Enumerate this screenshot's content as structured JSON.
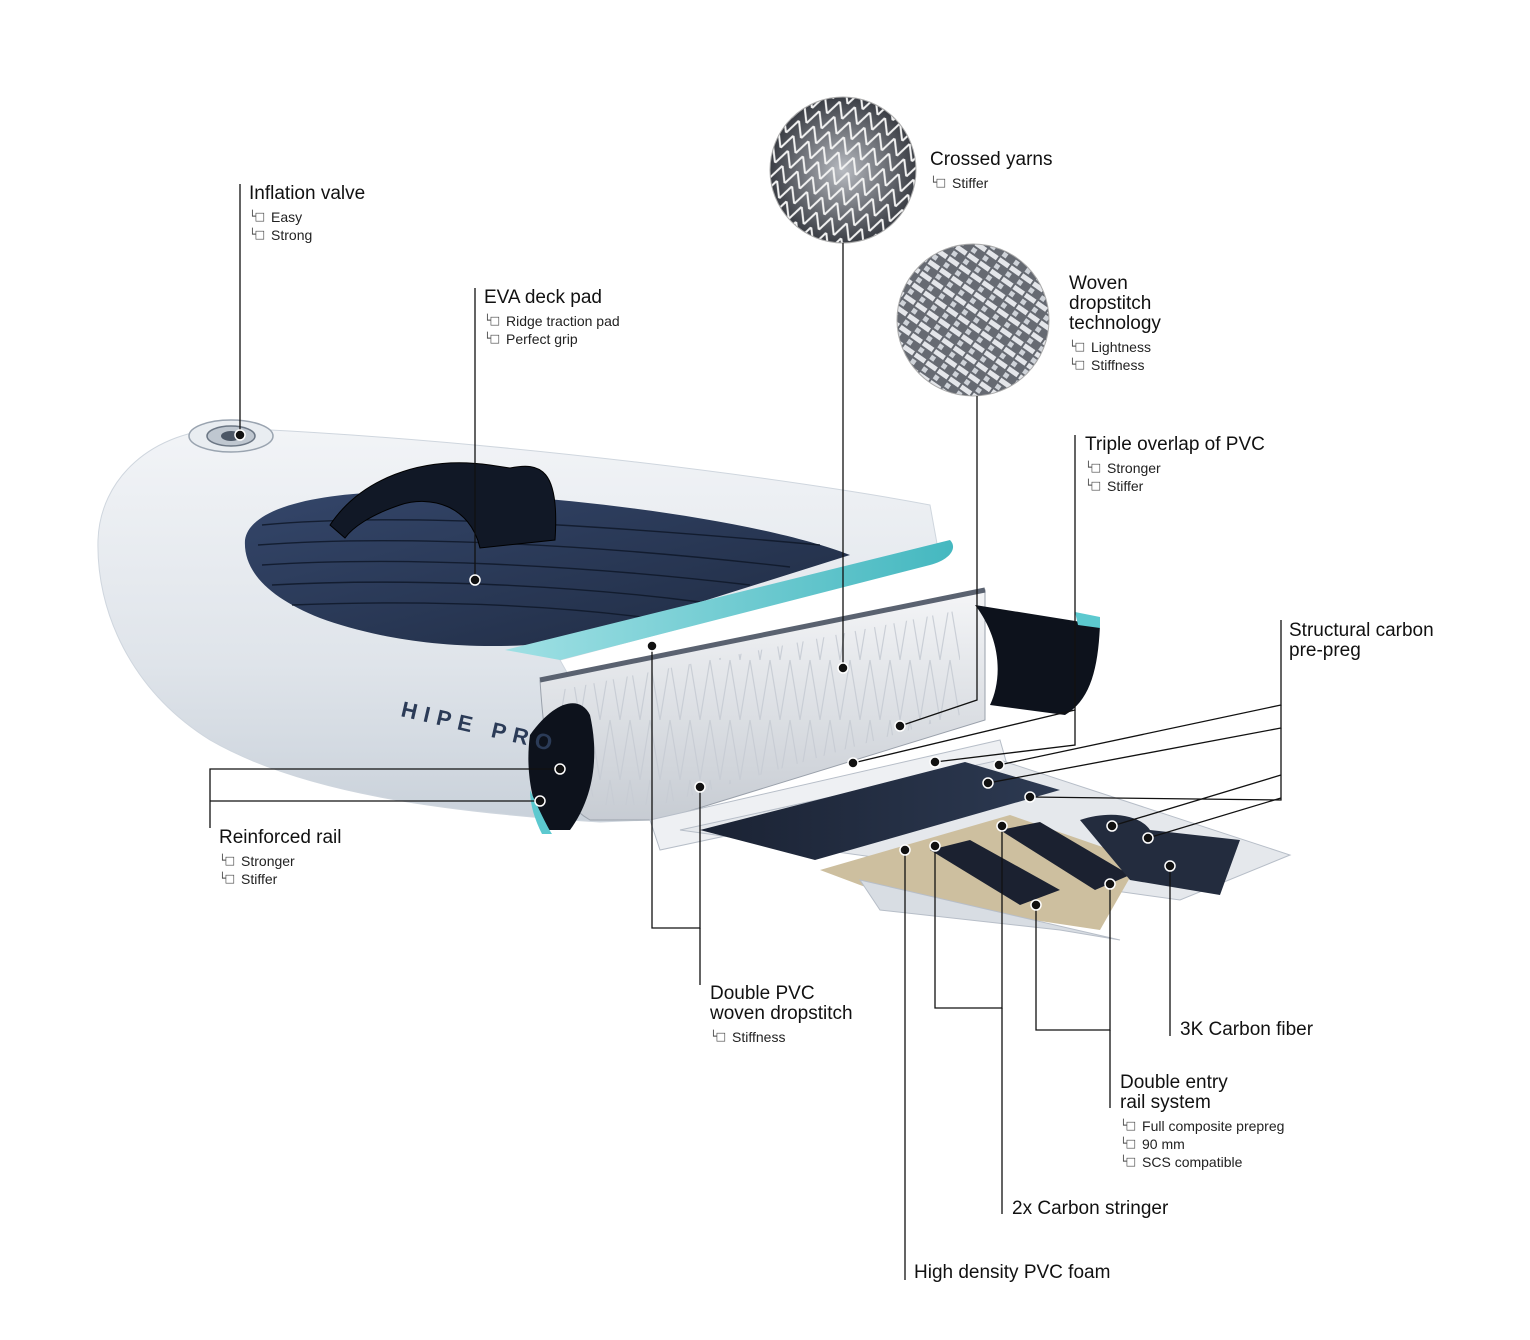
{
  "board": {
    "model_text": "HIPE PRO"
  },
  "colors": {
    "accent": "#5cc9cf",
    "deck": "#2b3b57",
    "board": "#e8ecf0"
  },
  "callouts": [
    {
      "key": "inflation_valve",
      "title_lines": [
        "Inflation valve"
      ],
      "features": [
        "Easy",
        "Strong"
      ]
    },
    {
      "key": "eva_deck_pad",
      "title_lines": [
        "EVA deck pad"
      ],
      "features": [
        "Ridge traction pad",
        "Perfect grip"
      ]
    },
    {
      "key": "crossed_yarns",
      "title_lines": [
        "Crossed yarns"
      ],
      "features": [
        "Stiffer"
      ]
    },
    {
      "key": "woven_dropstitch",
      "title_lines": [
        "Woven",
        "dropstitch",
        "technology"
      ],
      "features": [
        "Lightness",
        "Stiffness"
      ]
    },
    {
      "key": "triple_overlap",
      "title_lines": [
        "Triple overlap of PVC"
      ],
      "features": [
        "Stronger",
        "Stiffer"
      ]
    },
    {
      "key": "structural_carbon",
      "title_lines": [
        "Structural carbon",
        "pre-preg"
      ],
      "features": []
    },
    {
      "key": "reinforced_rail",
      "title_lines": [
        "Reinforced rail"
      ],
      "features": [
        "Stronger",
        "Stiffer"
      ]
    },
    {
      "key": "double_pvc",
      "title_lines": [
        "Double PVC",
        "woven dropstitch"
      ],
      "features": [
        "Stiffness"
      ]
    },
    {
      "key": "carbon_fiber",
      "title_lines": [
        "3K Carbon fiber"
      ],
      "features": []
    },
    {
      "key": "double_entry",
      "title_lines": [
        "Double entry",
        "rail system"
      ],
      "features": [
        "Full composite prepreg",
        "90 mm",
        "SCS compatible"
      ]
    },
    {
      "key": "carbon_stringer",
      "title_lines": [
        "2x Carbon stringer"
      ],
      "features": []
    },
    {
      "key": "pvc_foam",
      "title_lines": [
        "High density PVC foam"
      ],
      "features": []
    }
  ]
}
